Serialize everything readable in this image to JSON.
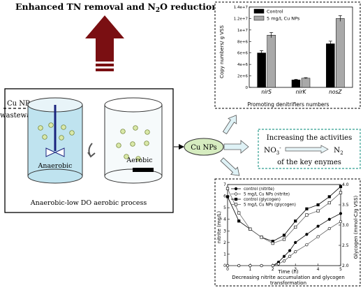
{
  "title": {
    "prefix": "Enhanced TN removal and N",
    "sub": "2",
    "suffix": "O reduction"
  },
  "process": {
    "cu_nps_input": "Cu NPs",
    "wastewaters": "wastewaters",
    "anaerobic_label": "Anaerobic",
    "aerobic_label": "Aerobic",
    "caption": "Anaerobic-low DO aerobic process",
    "center_node": "Cu NPs"
  },
  "enzyme_box": {
    "line1": "Increasing the activities",
    "line2": "of the key enymes",
    "reactant": "NO",
    "reactant_sub": "3",
    "reactant_sup": "-",
    "product": "N",
    "product_sub": "2"
  },
  "colors": {
    "big_arrow": "#7a0f12",
    "tank_water": "#bfe3ef",
    "bubble": "#d9e8a8",
    "node_fill": "#d6ecc0",
    "callout_arrow": "#dff2f6",
    "enzyme_border": "#2f9e8f"
  },
  "chart_data": [
    {
      "type": "bar",
      "title": "",
      "xlabel": "Promoting denitrifiers numbers",
      "ylabel": "Copy numbers/ g VSS",
      "ylim": [
        0,
        14000000
      ],
      "yticks": [
        "0",
        "2e+6",
        "4e+6",
        "6e+6",
        "8e+6",
        "1e+7",
        "1.2e+7",
        "1.4e+7"
      ],
      "categories": [
        "nirS",
        "nirK",
        "nosZ"
      ],
      "legend_position": "top-left",
      "series": [
        {
          "name": "Control",
          "color": "#000000",
          "values": [
            6000000,
            1300000,
            7600000
          ],
          "errors": [
            400000,
            100000,
            450000
          ]
        },
        {
          "name": "5 mg/L Cu NPs",
          "color": "#a9a9a9",
          "values": [
            9100000,
            1600000,
            12000000
          ],
          "errors": [
            450000,
            100000,
            500000
          ]
        }
      ]
    },
    {
      "type": "line",
      "title": "",
      "xlabel": "Time (h)",
      "caption_line1": "Decreasing nitrite accumulation and glycogen",
      "caption_line2": "transformation",
      "ylabel_left": "nitrite (mg/L)",
      "ylabel_right": "Glycogen (mmol-C/g VSS)",
      "xlim": [
        0,
        5
      ],
      "xticks": [
        "0",
        "1",
        "2",
        "3",
        "4",
        "5"
      ],
      "ylim_left": [
        0,
        7
      ],
      "yticks_left": [
        "0",
        "1",
        "2",
        "3",
        "4",
        "5",
        "6",
        "7"
      ],
      "ylim_right": [
        2.0,
        4.0
      ],
      "yticks_right": [
        "2.0",
        "2.5",
        "3.0",
        "3.5",
        "4.0"
      ],
      "legend_position": "top-left",
      "series": [
        {
          "name": "control (nitrite)",
          "axis": "left",
          "marker": "filled-circle",
          "x": [
            0,
            0.5,
            1,
            1.5,
            2,
            2.25,
            2.5,
            2.75,
            3,
            3.5,
            4,
            4.5,
            5
          ],
          "y": [
            0,
            0,
            0,
            0,
            0,
            0.3,
            0.8,
            1.3,
            2.0,
            2.7,
            3.4,
            4.0,
            4.5
          ]
        },
        {
          "name": "5 mg/L Cu NPs (nitrite)",
          "axis": "left",
          "marker": "open-circle",
          "x": [
            0,
            0.5,
            1,
            1.5,
            2,
            2.25,
            2.5,
            2.75,
            3,
            3.5,
            4,
            4.5,
            5
          ],
          "y": [
            0,
            0,
            0,
            0,
            0,
            0.15,
            0.4,
            0.8,
            1.2,
            1.8,
            2.5,
            3.2,
            3.8
          ]
        },
        {
          "name": "control (glycogen)",
          "axis": "right",
          "marker": "filled-square",
          "x": [
            0,
            0.5,
            1,
            1.5,
            2,
            2.5,
            3,
            3.5,
            4,
            4.5,
            5
          ],
          "y": [
            3.7,
            3.1,
            2.9,
            2.7,
            2.6,
            2.75,
            3.1,
            3.4,
            3.5,
            3.7,
            3.95
          ]
        },
        {
          "name": "5 mg/L Cu NPs (glycogen)",
          "axis": "right",
          "marker": "open-square",
          "x": [
            0,
            0.5,
            1,
            1.5,
            2,
            2.5,
            3,
            3.5,
            4,
            4.5,
            5
          ],
          "y": [
            3.9,
            3.3,
            2.9,
            2.7,
            2.55,
            2.65,
            2.95,
            3.25,
            3.35,
            3.55,
            3.8
          ]
        }
      ]
    }
  ]
}
